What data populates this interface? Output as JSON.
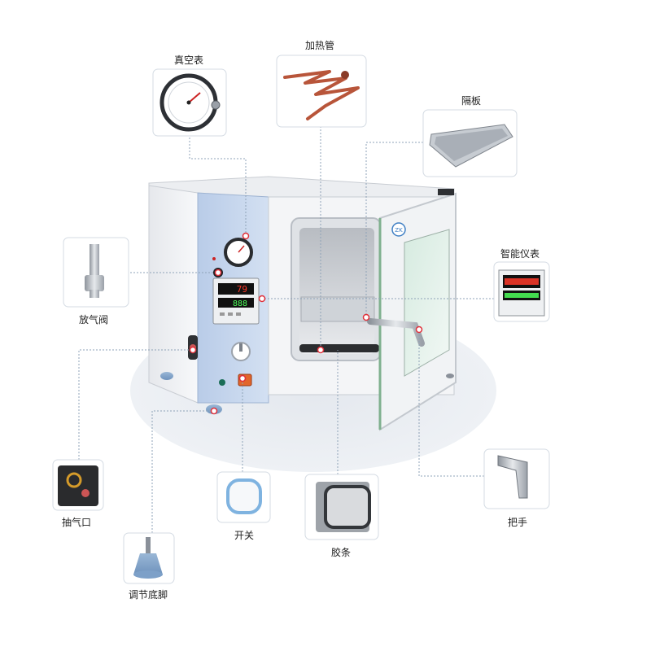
{
  "callouts": {
    "vacuum_gauge": "真空表",
    "heating_tube": "加热管",
    "shelf": "隔板",
    "smart_meter": "智能仪表",
    "vent_valve": "放气阀",
    "suction_port": "抽气口",
    "switch": "开关",
    "gasket": "胶条",
    "handle": "把手",
    "adjustable_foot": "调节底脚"
  },
  "meter": {
    "top_value": "79",
    "bottom_value": "888"
  },
  "brand": "ZK",
  "colors": {
    "panel_blue": "#c9d8ee",
    "leader_line": "#8fa3b8",
    "marker_red": "#e0303a",
    "heater_copper": "#b8553a",
    "display_red": "#ff3a2a",
    "display_green": "#4cff5a",
    "switch_orange": "#e2652b"
  }
}
